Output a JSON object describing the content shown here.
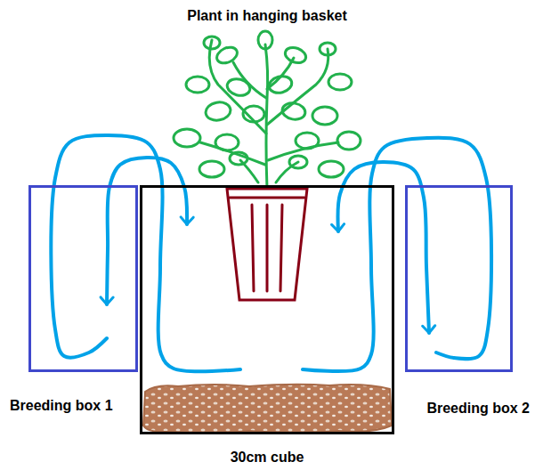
{
  "diagram": {
    "nodes": [
      {
        "text": [
          "Breeding box 1"
        ]
      },
      {
        "text": [
          "30cm cube"
        ]
      },
      {
        "text": [
          "Breeding box 2"
        ]
      }
    ],
    "edges": [
      {
        "from": 1,
        "to": 0,
        "arrow": "none"
      },
      {
        "from": 0,
        "to": 1,
        "arrow": "both"
      },
      {
        "from": 1,
        "to": 2,
        "arrow": "none"
      },
      {
        "from": 2,
        "to": 1,
        "arrow": "both"
      }
    ],
    "labels": [
      "Plant in hanging basket"
    ]
  }
}
